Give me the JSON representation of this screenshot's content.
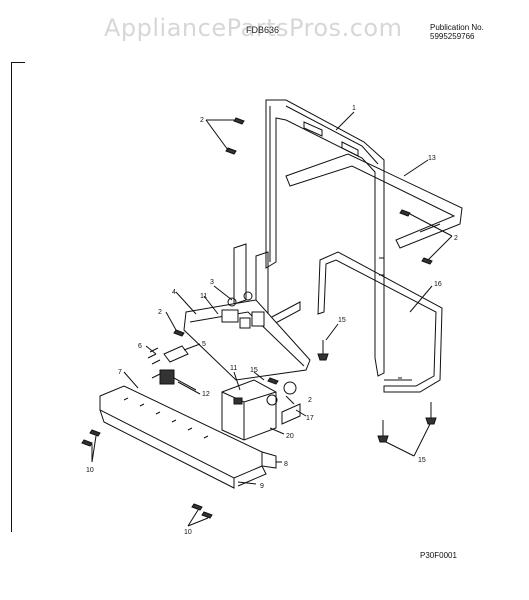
{
  "header": {
    "watermark": "AppliancePartsPros.com",
    "model": "FDB636",
    "publication_label": "Publication No.",
    "publication_number": "5995259766"
  },
  "footer": {
    "code": "P30F0001"
  },
  "callouts": [
    "1",
    "2",
    "2",
    "2",
    "2",
    "3",
    "4",
    "5",
    "6",
    "7",
    "8",
    "9",
    "10",
    "10",
    "11",
    "11",
    "12",
    "13",
    "15",
    "15",
    "15",
    "16",
    "17",
    "20"
  ]
}
